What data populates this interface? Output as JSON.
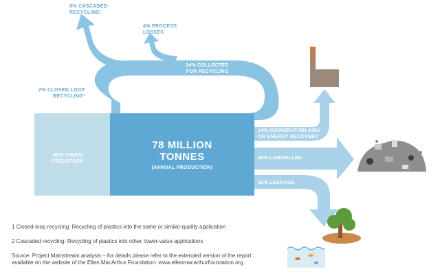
{
  "main": {
    "total": "78 MILLION\nTONNES",
    "total_sub": "(ANNUAL PRODUCTION)",
    "virgin": "98% VIRGIN\nFEEDSTOCK"
  },
  "flows": {
    "cascaded": "8% CASCADED\nRECYCLING²",
    "process_losses": "4% PROCESS\nLOSSES",
    "collected": "14% COLLECTED\nFOR RECYCLING",
    "closed_loop": "2% CLOSED-LOOP\nRECYCLING¹",
    "incineration": "14% INCINERATION AND/\nOR ENERGY RECOVERY",
    "landfilled": "40% LANDFILLED",
    "leakage": "32% LEAKAGE"
  },
  "footnotes": {
    "note1": "1 Closed-loop recycling: Recycling of plastics into the same or similar-quality application",
    "note2": "2 Cascaded recycling: Recycling of plastics into other, lower-value applications",
    "source": "Source: Project Mainstream analysis – for details please refer to the extended version of the report\navailable on the website of the Ellen MacArthur Foundation: www.ellenmacarthurfoundation.org"
  },
  "colors": {
    "primary": "#5fa8d3",
    "light": "#a9d1e8",
    "lighter": "#bedde9",
    "factory": "#9b8a79",
    "chimney_stripe": "#e86e2e",
    "landfill": "#8e8e8e",
    "tree_green": "#5c9a3a",
    "tree_trunk": "#8a5a2e",
    "soil": "#c98a4c"
  }
}
